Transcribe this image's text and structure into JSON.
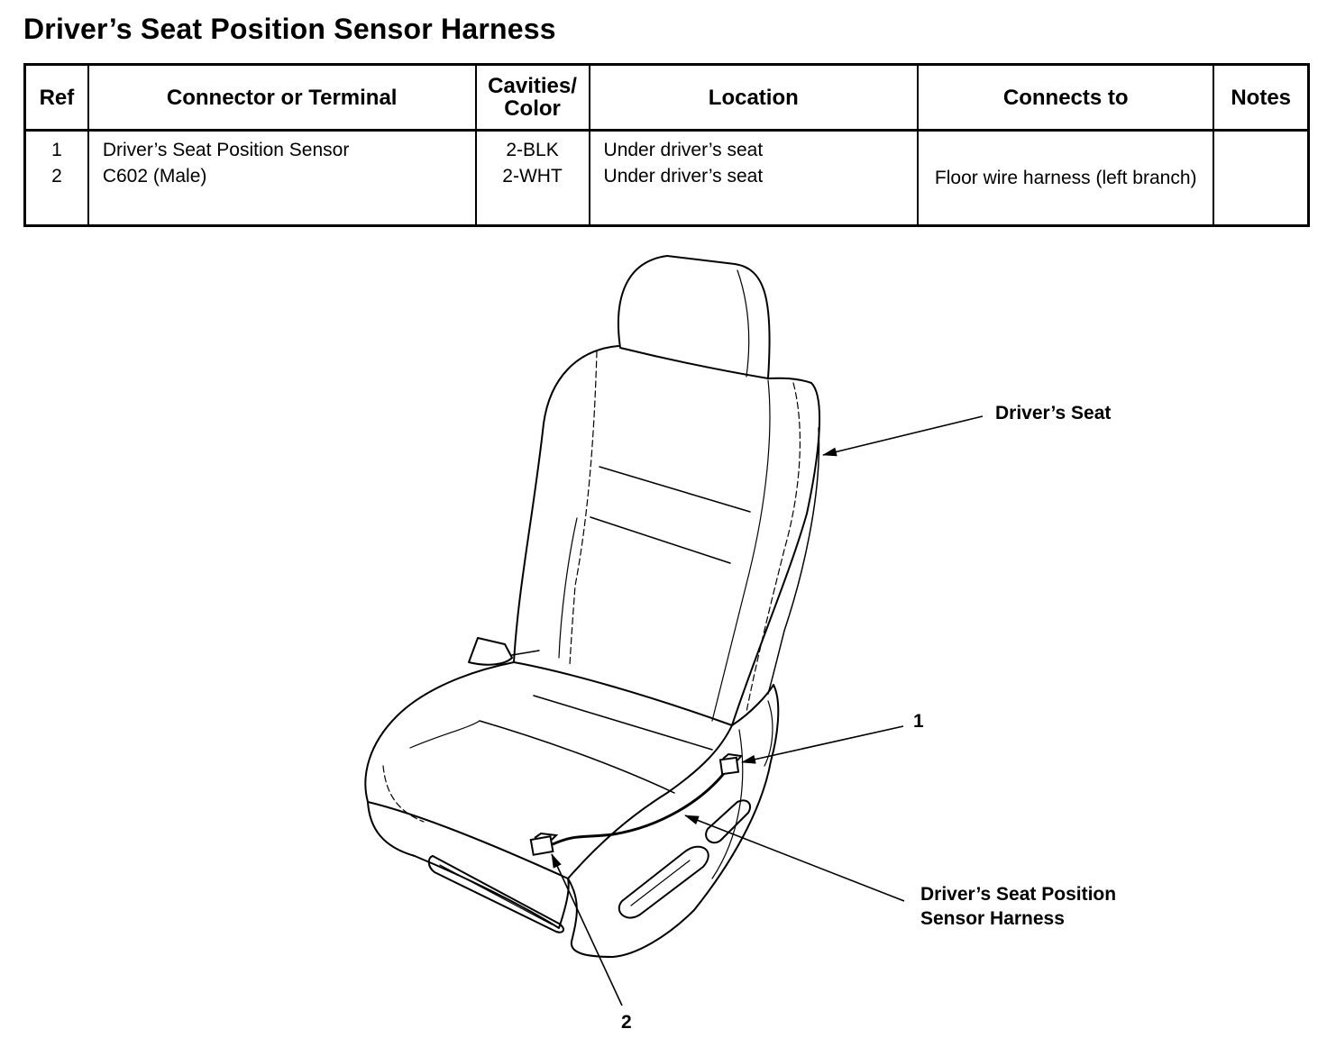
{
  "page": {
    "title": "Driver’s Seat Position Sensor Harness"
  },
  "table": {
    "headers": {
      "ref": "Ref",
      "connector": "Connector or Terminal",
      "cavities_line1": "Cavities/",
      "cavities_line2": "Color",
      "location": "Location",
      "connects_to": "Connects to",
      "notes": "Notes"
    },
    "rows": [
      {
        "ref": "1",
        "connector": "Driver’s Seat Position Sensor",
        "cavities": "2-BLK",
        "location": "Under driver’s seat"
      },
      {
        "ref": "2",
        "connector": "C602 (Male)",
        "cavities": "2-WHT",
        "location": "Under driver’s seat"
      }
    ],
    "connects_to": "Floor wire harness (left branch)",
    "notes": ""
  },
  "diagram": {
    "labels": {
      "seat": "Driver’s Seat",
      "callout_1": "1",
      "callout_2": "2",
      "harness_line1": "Driver’s Seat Position",
      "harness_line2": "Sensor Harness"
    }
  }
}
